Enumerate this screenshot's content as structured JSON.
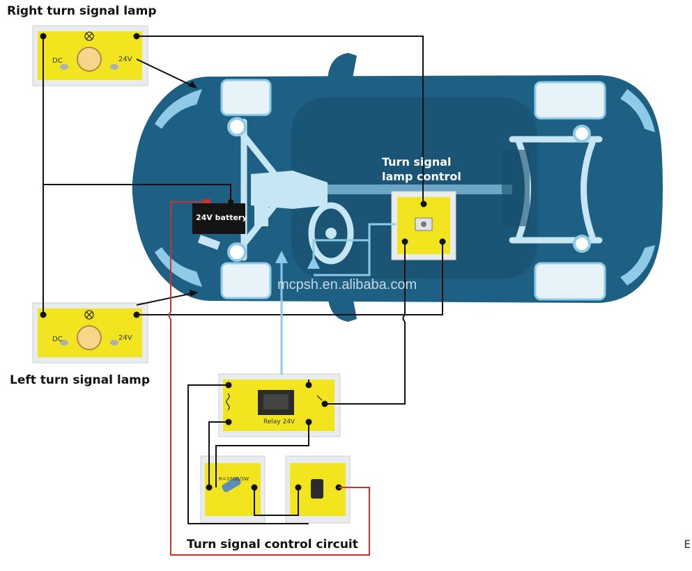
{
  "labels": {
    "right_lamp": "Right turn signal lamp",
    "left_lamp": "Left turn signal lamp",
    "control_unit": [
      "Turn signal",
      "lamp control"
    ],
    "circuit": "Turn signal control circuit",
    "battery": "24V battery",
    "relay": "Relay 24V",
    "resistor": "R=100Ω/3W",
    "lamp_left_terminal": "DC",
    "lamp_right_terminal": "24V"
  },
  "watermark": "mcpsh.en.alibaba.com",
  "corner_mark": "E",
  "colors": {
    "car_body": "#1e5f84",
    "car_dark": "#174c6b",
    "chassis": "#c7e6f3",
    "module_yellow": "#f2e51f",
    "module_frame": "#e8ecef",
    "wire_black": "#111111",
    "wire_red": "#d0302c",
    "signal_light_blue": "#8fcbe6",
    "battery_black": "#141414"
  }
}
